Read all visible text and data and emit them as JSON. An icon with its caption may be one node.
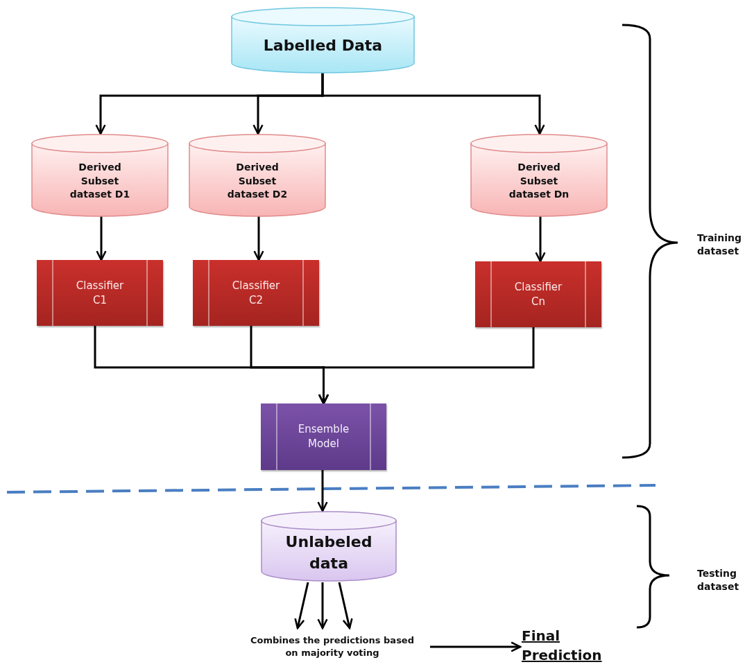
{
  "diagram": {
    "nodes": [
      {
        "text": [
          "Labelled Data"
        ]
      },
      {
        "text": [
          "Derived Subset dataset D1"
        ]
      },
      {
        "text": [
          "Derived Subset dataset D2"
        ]
      },
      {
        "text": [
          "Derived Subset dataset Dn"
        ]
      },
      {
        "text": [
          "Classifier C1"
        ]
      },
      {
        "text": [
          "Classifier C2"
        ]
      },
      {
        "text": [
          "Classifier Cn"
        ]
      },
      {
        "text": [
          "Ensemble Model"
        ]
      },
      {
        "text": [
          "Unlabeled data"
        ]
      },
      {
        "text": [
          "Combines the predictions based on majority voting"
        ]
      },
      {
        "text": [
          "Final Prediction"
        ]
      }
    ],
    "edges": [
      {
        "from": 0,
        "to": 1,
        "arrow": "to"
      },
      {
        "from": 0,
        "to": 2,
        "arrow": "to"
      },
      {
        "from": 0,
        "to": 3,
        "arrow": "to"
      },
      {
        "from": 1,
        "to": 4,
        "arrow": "to"
      },
      {
        "from": 2,
        "to": 5,
        "arrow": "to"
      },
      {
        "from": 3,
        "to": 6,
        "arrow": "to"
      },
      {
        "from": 4,
        "to": 7,
        "arrow": "to"
      },
      {
        "from": 5,
        "to": 7,
        "arrow": "to"
      },
      {
        "from": 6,
        "to": 7,
        "arrow": "to"
      },
      {
        "from": 7,
        "to": 8,
        "arrow": "to"
      },
      {
        "from": 8,
        "to": 9,
        "arrow": "to"
      },
      {
        "from": 8,
        "to": 9,
        "arrow": "to"
      },
      {
        "from": 8,
        "to": 9,
        "arrow": "to"
      },
      {
        "from": 9,
        "to": 10,
        "arrow": "to"
      }
    ],
    "labels": [
      "Training dataset",
      "Testing dataset"
    ]
  }
}
